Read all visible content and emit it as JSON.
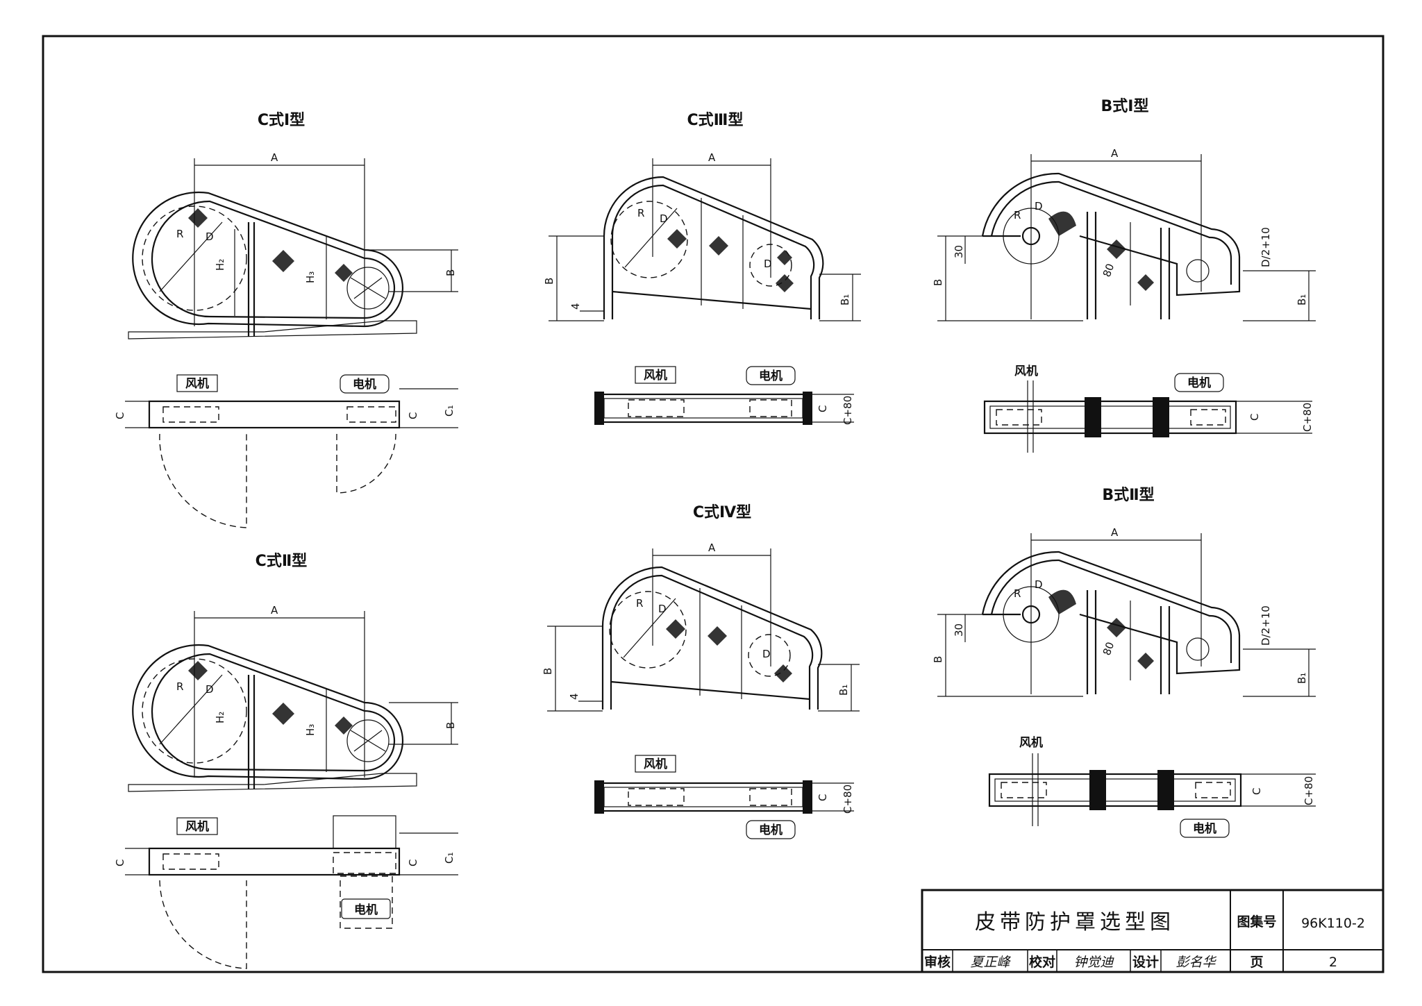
{
  "drawing": {
    "views": [
      {
        "title": "C式Ⅰ型"
      },
      {
        "title": "C式Ⅱ型"
      },
      {
        "title": "C式Ⅲ型"
      },
      {
        "title": "C式Ⅳ型"
      },
      {
        "title": "B式Ⅰ型"
      },
      {
        "title": "B式Ⅱ型"
      }
    ],
    "dims": {
      "A": "A",
      "B": "B",
      "B1": "B₁",
      "C": "C",
      "C1": "C₁",
      "C80": "C+80",
      "D": "D",
      "R": "R",
      "H2": "H₂",
      "H3": "H₃",
      "v4": "4",
      "v30": "30",
      "v80": "80",
      "d10": "D/2+10"
    },
    "labels": {
      "fan": "风机",
      "motor": "电机"
    }
  },
  "title_block": {
    "title": "皮带防护罩选型图",
    "atlas_label": "图集号",
    "atlas_no": "96K110-2",
    "review_label": "审核",
    "review_sig": "夏正峰",
    "check_label": "校对",
    "check_sig": "钟觉迪",
    "design_label": "设计",
    "design_sig": "彭名华",
    "page_label": "页",
    "page_no": "2"
  }
}
